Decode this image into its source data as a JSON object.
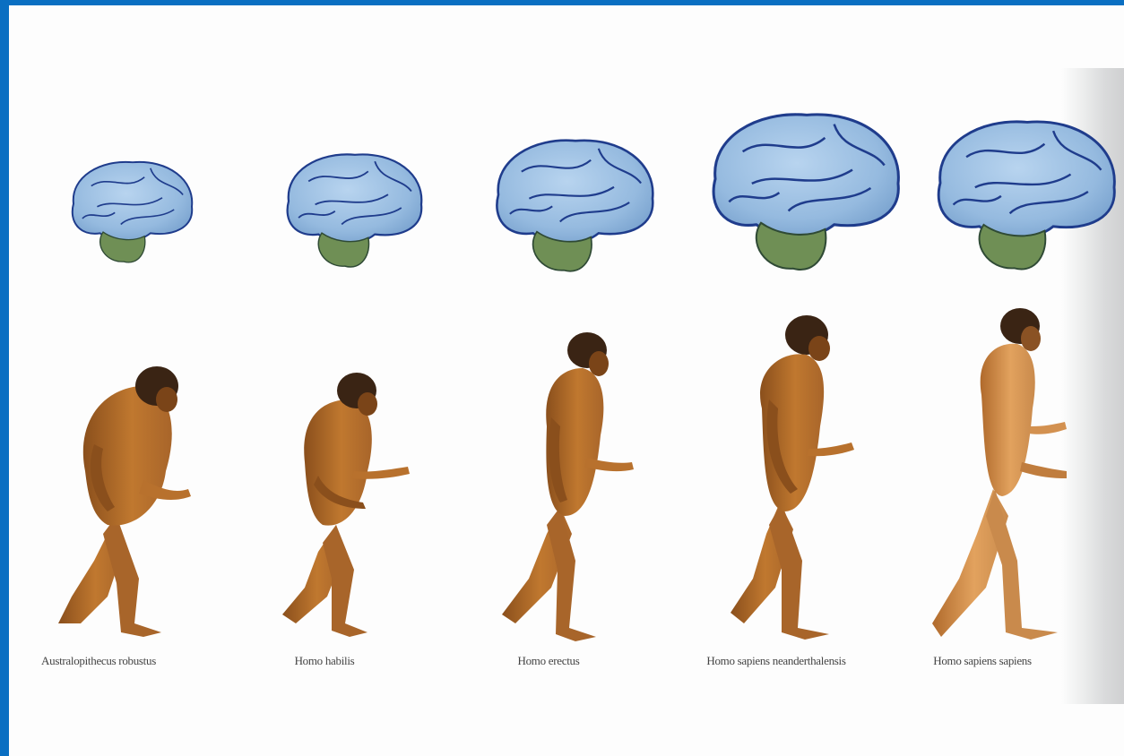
{
  "figure": {
    "stages": [
      {
        "caption": "Australopithecus robustus"
      },
      {
        "caption": "Homo habilis"
      },
      {
        "caption": "Homo erectus"
      },
      {
        "caption": "Homo sapiens neanderthalensis"
      },
      {
        "caption": "Homo sapiens sapiens"
      }
    ]
  },
  "colors": {
    "frame": "#0a6fc2",
    "page": "#fdfdfd",
    "cerebrum": "#9ec2e6",
    "cerebrum_outline": "#1f3c8c",
    "cerebellum": "#6f8f55",
    "skin_dark": "#8a4f1c",
    "skin_mid": "#c0782f",
    "skin_light": "#e2a25e",
    "hair": "#3a2414"
  }
}
